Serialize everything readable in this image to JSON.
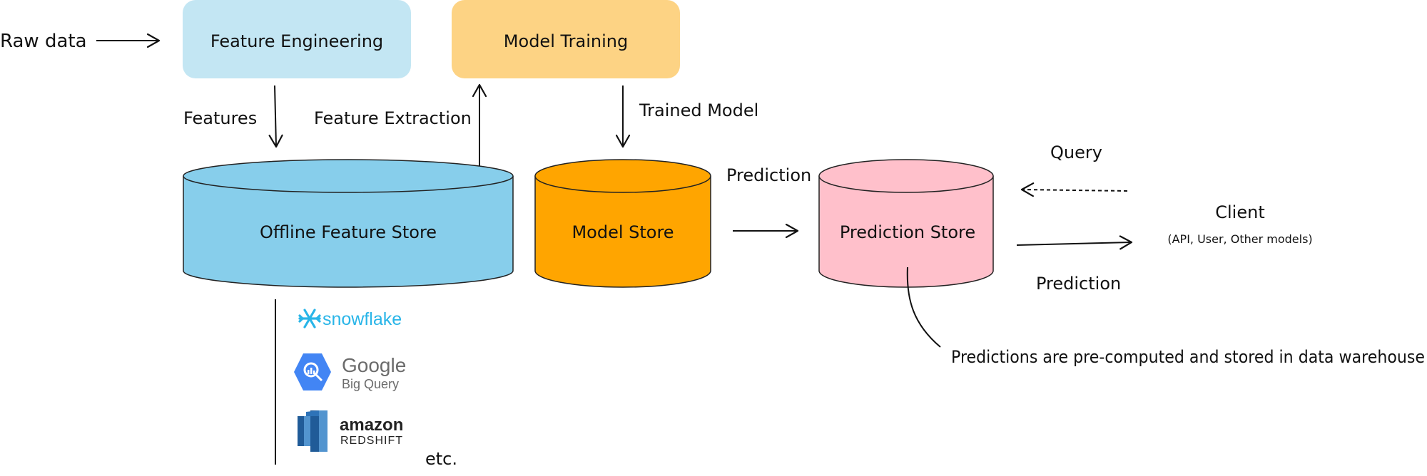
{
  "labels": {
    "raw_data": "Raw data",
    "feature_engineering": "Feature Engineering",
    "model_training": "Model Training",
    "features": "Features",
    "feature_extraction": "Feature Extraction",
    "trained_model": "Trained Model",
    "offline_feature_store": "Offline Feature Store",
    "model_store": "Model Store",
    "prediction_to_store": "Prediction",
    "prediction_store": "Prediction Store",
    "query": "Query",
    "client": "Client",
    "client_sub": "(API, User, Other models)",
    "prediction_to_client": "Prediction",
    "note": "Predictions are pre-computed and stored in data warehouse",
    "etc": "etc."
  },
  "logos": {
    "snowflake": "snowflake",
    "bigquery_name": "Google",
    "bigquery_sub": "Big Query",
    "redshift_name": "amazon",
    "redshift_sub": "REDSHIFT"
  },
  "colors": {
    "feature_engineering_box": "#c3e6f3",
    "model_training_box": "#fdd384",
    "offline_store": "#87ceeb",
    "model_store": "#ffa500",
    "prediction_store": "#ffc0cb",
    "snowflake_blue": "#29b5e8",
    "bigquery_blue": "#4285f4",
    "redshift_blue": "#2f6fb7"
  }
}
